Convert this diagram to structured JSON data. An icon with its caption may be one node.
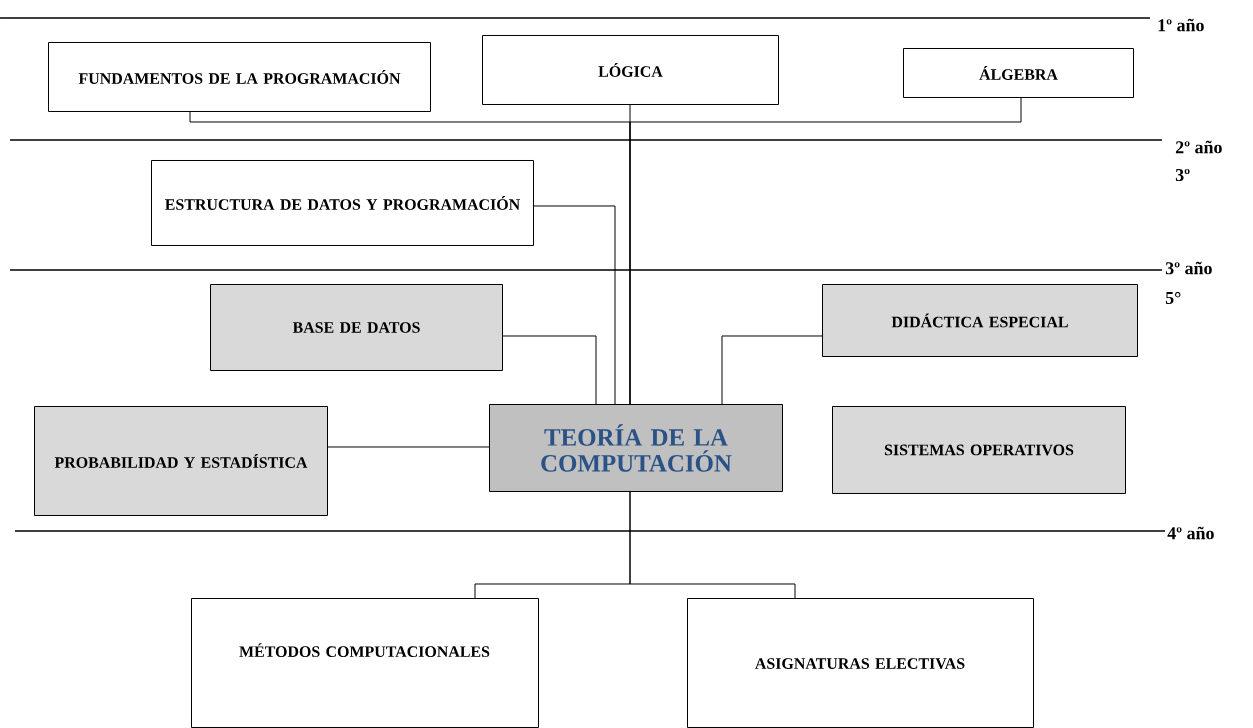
{
  "diagram": {
    "nodes": [
      {
        "text": [
          "FUNDAMENTOS DE LA PROGRAMACIÓN"
        ]
      },
      {
        "text": [
          "LÓGICA"
        ]
      },
      {
        "text": [
          "ÁLGEBRA"
        ]
      },
      {
        "text": [
          "ESTRUCTURA DE DATOS Y PROGRAMACIÓN"
        ]
      },
      {
        "text": [
          "BASE DE DATOS"
        ]
      },
      {
        "text": [
          "DIDÁCTICA ESPECIAL"
        ]
      },
      {
        "text": [
          "PROBABILIDAD Y ESTADÍSTICA"
        ]
      },
      {
        "text": [
          "TEORÍA DE LA COMPUTACIÓN"
        ]
      },
      {
        "text": [
          "SISTEMAS OPERATIVOS"
        ]
      },
      {
        "text": [
          "MÉTODOS COMPUTACIONALES"
        ]
      },
      {
        "text": [
          "ASIGNATURAS ELECTIVAS"
        ]
      }
    ],
    "edges": [
      {
        "from": 0,
        "to": 7,
        "arrow": "none"
      },
      {
        "from": 1,
        "to": 7,
        "arrow": "none"
      },
      {
        "from": 2,
        "to": 7,
        "arrow": "none"
      },
      {
        "from": 3,
        "to": 7,
        "arrow": "none"
      },
      {
        "from": 4,
        "to": 7,
        "arrow": "none"
      },
      {
        "from": 5,
        "to": 7,
        "arrow": "none"
      },
      {
        "from": 6,
        "to": 7,
        "arrow": "none"
      },
      {
        "from": 7,
        "to": 9,
        "arrow": "none"
      },
      {
        "from": 7,
        "to": 10,
        "arrow": "none"
      }
    ],
    "labels": [
      "1º año",
      "2º año",
      "3º",
      "3º año",
      "5°",
      "4º año"
    ]
  }
}
